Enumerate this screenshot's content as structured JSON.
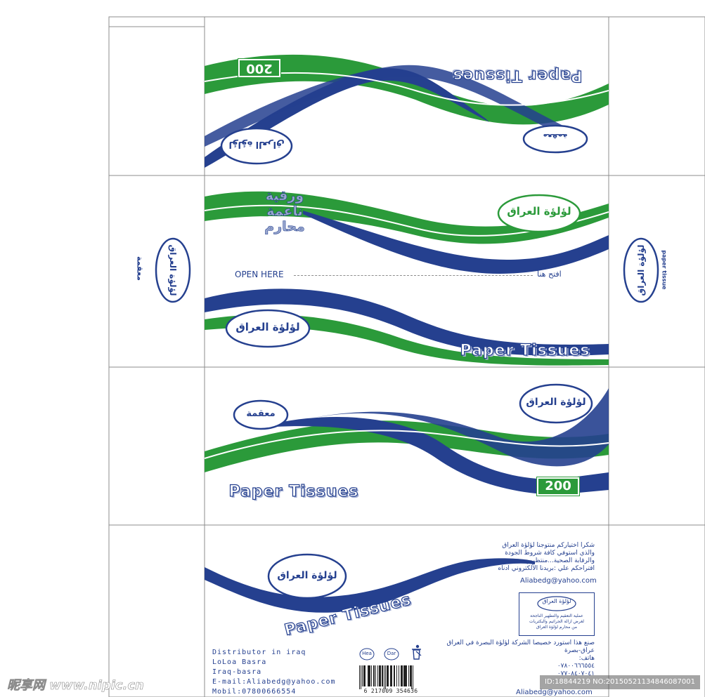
{
  "brand": {
    "arabic_name": "لؤلؤة العراق",
    "arabic_name_mirrored": "لؤلؤة العراق",
    "english_title": "Paper Tissues",
    "count": "200",
    "sterilized": "معقمة",
    "side_label": "paper tissue"
  },
  "panel_top": {
    "count": "200",
    "title": "Paper Tissues"
  },
  "panel_open": {
    "arabic_tagline_line1": "ورقية ناعمة",
    "arabic_tagline_line2": "محارم",
    "open_here_en": "OPEN HERE",
    "open_here_ar": "افتح هنا",
    "title": "Paper Tissues"
  },
  "panel_front": {
    "title": "Paper Tissues",
    "count": "200"
  },
  "panel_bottom": {
    "thanks_lines": [
      "شكرا اختياركم منتوجنا لؤلؤة العراق",
      "والذي استوفي كافة شروط الجودة",
      "والرقابة الصحية...منتظرين",
      "اقتراحكم علي :بريدنا الألكتروني ادناه"
    ],
    "email_right": "Aliabedg@yahoo.com",
    "box_lines": [
      "عملية التعقيم والتطهير الناجحة",
      "لغرض ازالة الجراثيم والبكتريات",
      "من محارم لؤلؤة العراق"
    ],
    "made_lines": [
      "صنع هذا استورد خصيصا الشركة لؤلؤة البصرة في العراق",
      "عراق-بصرة",
      "هاتف:",
      "٠٧٨٠٠٦٦٦٥٥٤",
      "٠٧٧٠٨٤٠٧٠٤١"
    ],
    "email_bottom": "Aliabedg@yahoo.com",
    "distributor_lines": [
      "Distributor in iraq",
      "LoLoa Basra",
      "Iraq-basra",
      "E-mail:Aliabedg@yahoo.com",
      "Mobil:07800666554"
    ],
    "icon_hea": "Hea",
    "icon_dar": "Dar",
    "barcode_digits": "6 217009 354636"
  },
  "watermark": {
    "left": "昵享网 www.nipic.cn",
    "right": "ID:18844219 NO:20150521134846087001"
  },
  "colors": {
    "blue": "#25408f",
    "green": "#2b9a3a",
    "border": "#8c8c8c"
  }
}
